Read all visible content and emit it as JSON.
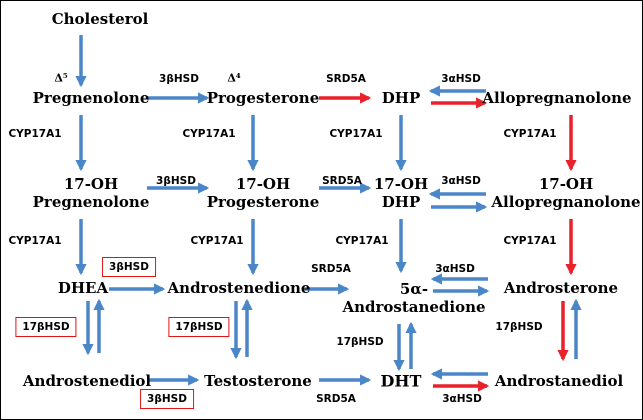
{
  "colors": {
    "blue": "#4A86C8",
    "red": "#E8212A",
    "box_border": "#E01515"
  },
  "nodes": {
    "cholesterol": "Cholesterol",
    "pregnenolone": "Pregnenolone",
    "progesterone": "Progesterone",
    "dhp": "DHP",
    "allopregnanolone": "Allopregnanolone",
    "oh17_preg_1": "17-OH",
    "oh17_preg_2": "Pregnenolone",
    "oh17_prog_1": "17-OH",
    "oh17_prog_2": "Progesterone",
    "oh17_dhp_1": "17-OH",
    "oh17_dhp_2": "DHP",
    "oh17_allo_1": "17-OH",
    "oh17_allo_2": "Allopregnanolone",
    "dhea": "DHEA",
    "androstenedione": "Androstenedione",
    "andro5a_1": "5α-",
    "andro5a_2": "Androstanedione",
    "androsterone": "Androsterone",
    "androstenediol": "Androstenediol",
    "testosterone": "Testosterone",
    "dht": "DHT",
    "androstanediol": "Androstanediol"
  },
  "deltas": {
    "d5": "Δ⁵",
    "d4": "Δ⁴"
  },
  "enzymes": {
    "hsd3b_1": "3βHSD",
    "srd5a_1": "SRD5A",
    "hsd3a_1": "3αHSD",
    "cyp_a1": "CYP17A1",
    "cyp_a2": "CYP17A1",
    "cyp_a3": "CYP17A1",
    "cyp_a4": "CYP17A1",
    "hsd3b_2": "3βHSD",
    "srd5a_2": "SRD5A",
    "hsd3a_2": "3αHSD",
    "cyp_b1": "CYP17A1",
    "cyp_b2": "CYP17A1",
    "cyp_b3": "CYP17A1",
    "cyp_b4": "CYP17A1",
    "hsd3b_box1": "3βHSD",
    "srd5a_3": "SRD5A",
    "hsd3a_3": "3αHSD",
    "hsd17b_box1": "17βHSD",
    "hsd17b_box2": "17βHSD",
    "hsd17b_1": "17βHSD",
    "hsd17b_2": "17βHSD",
    "hsd3b_box2": "3βHSD",
    "srd5a_4": "SRD5A",
    "hsd3a_4": "3αHSD"
  }
}
